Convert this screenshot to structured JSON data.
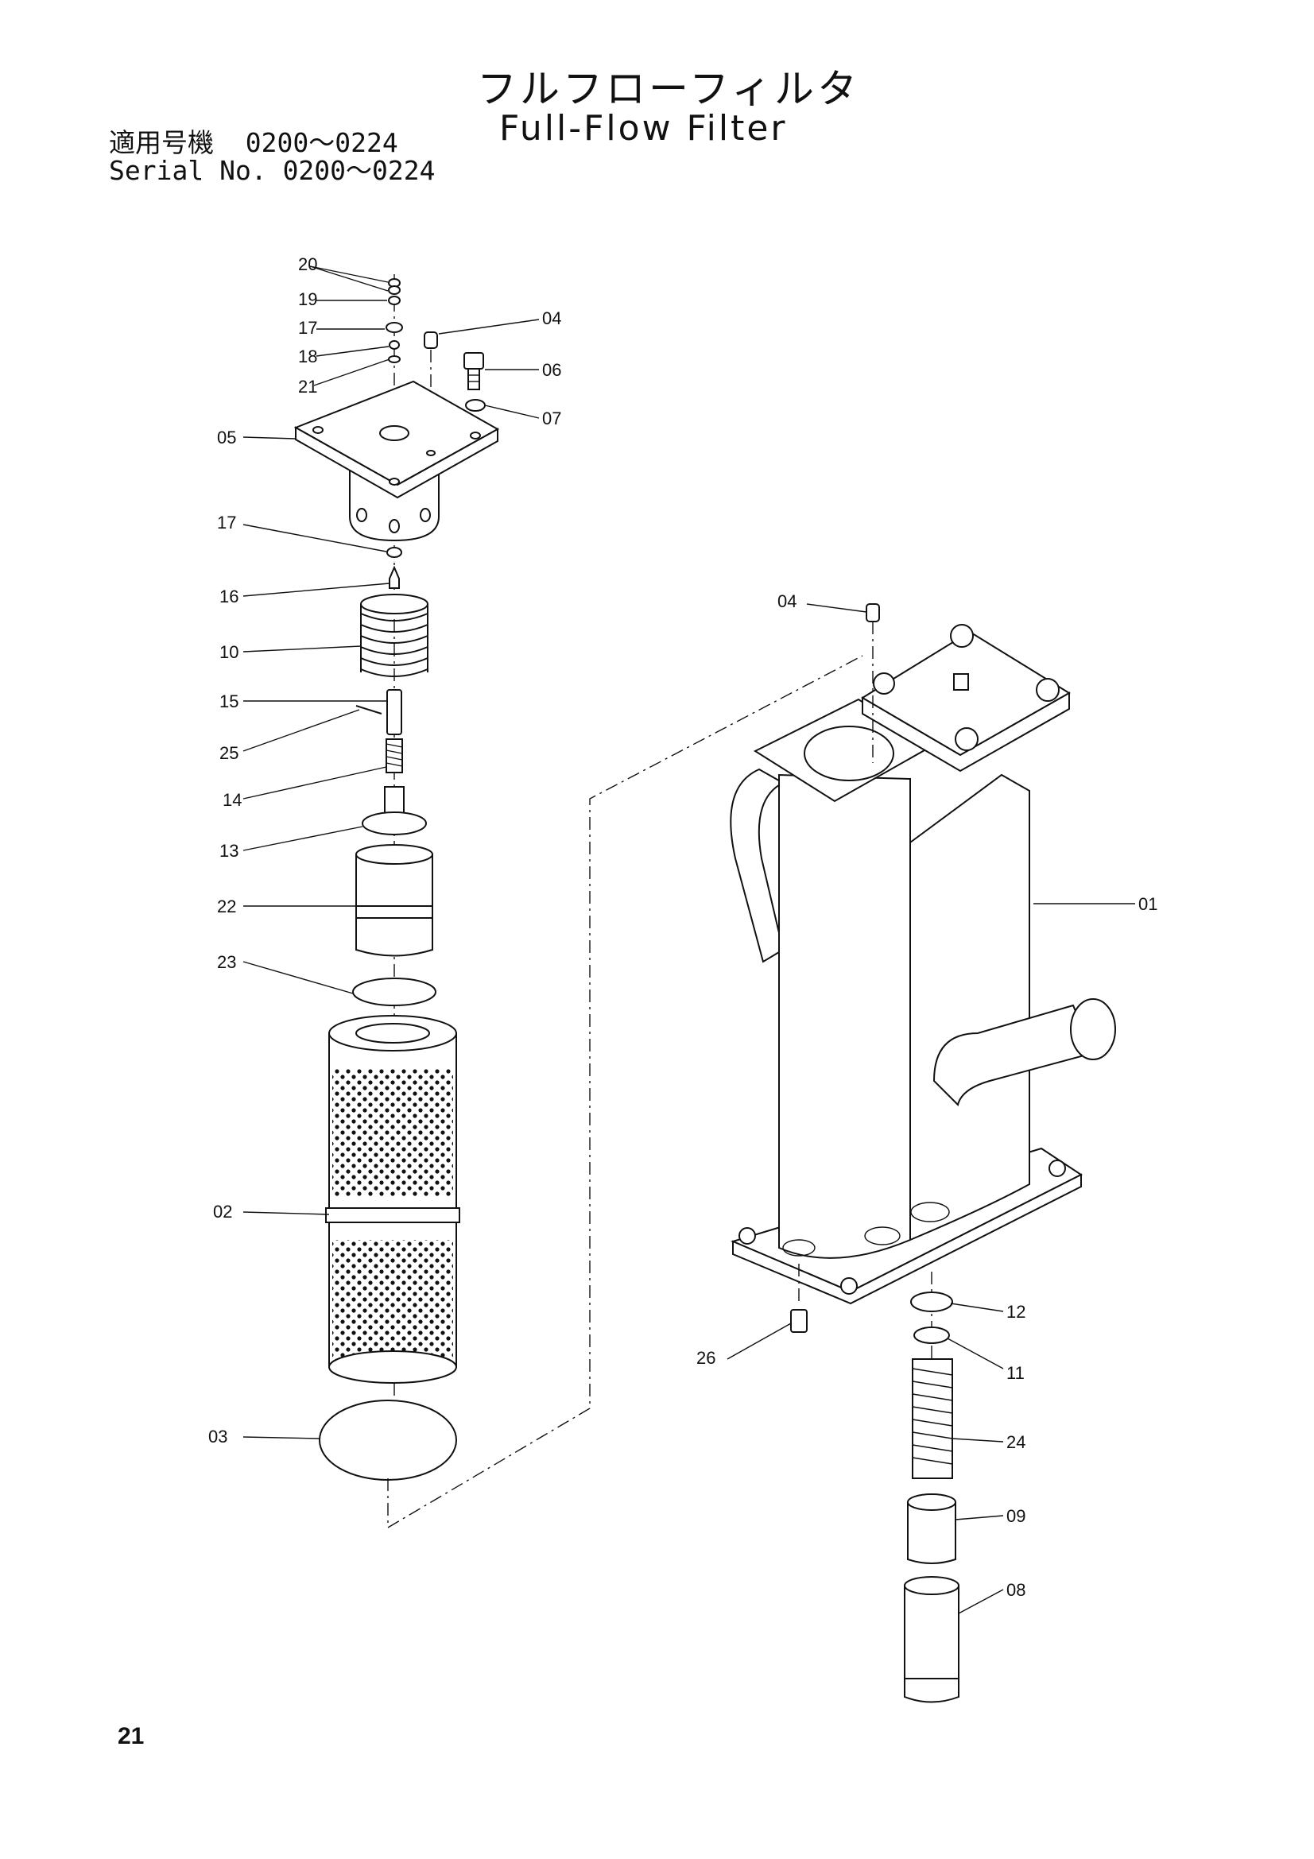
{
  "header": {
    "title_jp": "フルフローフィルタ",
    "title_en": "Full-Flow Filter",
    "serial_label_jp": "適用号機",
    "serial_label_en": "Serial No.",
    "serial_range_jp": "0200～0224",
    "serial_range_en": "0200～0224"
  },
  "callouts": {
    "p01": "01",
    "p02": "02",
    "p03": "03",
    "p04a": "04",
    "p04b": "04",
    "p05": "05",
    "p06": "06",
    "p07": "07",
    "p08": "08",
    "p09": "09",
    "p10": "10",
    "p11": "11",
    "p12": "12",
    "p13": "13",
    "p14": "14",
    "p15": "15",
    "p16": "16",
    "p17a": "17",
    "p17b": "17",
    "p18": "18",
    "p19": "19",
    "p20": "20",
    "p21": "21",
    "p22": "22",
    "p23": "23",
    "p24": "24",
    "p25": "25",
    "p26": "26"
  },
  "footer": {
    "page_number": "21"
  }
}
